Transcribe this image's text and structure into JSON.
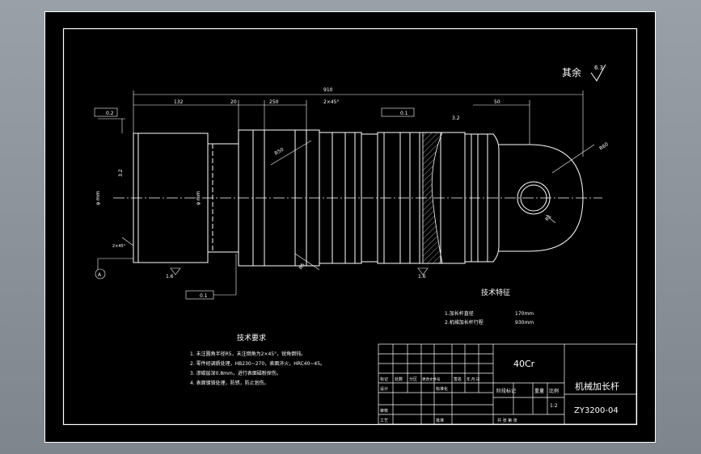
{
  "drawing": {
    "rest_roughness_label": "其余",
    "rest_roughness_value": "6.3",
    "dims": {
      "overall_length": "910",
      "d_132": "132",
      "d_20a": "20",
      "d_250": "250",
      "d_chamfer": "2×45°",
      "d_50": "50",
      "d_rad_50": "R50",
      "d_rad_60": "R60",
      "d_r5": "R5",
      "d_r_small": "R1",
      "d_32": "3.2",
      "d_32b": "3.2",
      "d_16a": "1.6",
      "d_16b": "1.6",
      "d_phi_left": "φ mm",
      "d_phi_mid": "φ mm",
      "d_chamfer2": "2×45°",
      "tol_a": "0.2",
      "tol_b": "0.1",
      "tol_c": "0.1",
      "datum_a": "A"
    },
    "tech_features": {
      "title": "技术特征",
      "items": [
        "1.加长杆直径",
        "2.机械加长杆行程"
      ],
      "values": [
        "170mm",
        "930mm"
      ]
    },
    "tech_requirements": {
      "title": "技术要求",
      "items": [
        "1. 未注圆角半径R5，未注倒角为2×45°，锐角倒钝。",
        "2. 零件经调质处理，HB230~270，表面淬火，HRC40~45。",
        "3. 渗碳层深0.8mm，进行表面磁粉探伤。",
        "4. 表面镀铬处理，防锈，防止划伤。"
      ]
    },
    "title_block": {
      "material": "40Cr",
      "part_name": "机械加长杆",
      "drawing_no": "ZY3200-04",
      "scale_label": "比例",
      "scale": "1:2",
      "stage_label": "阶段标记",
      "weight_label": "重量",
      "h_mark": "标记",
      "h_count": "处数",
      "h_zone": "分区",
      "h_docno": "更改文件号",
      "h_sign": "签名",
      "h_date": "年.月.日",
      "r_design": "设计",
      "r_std": "标准化",
      "r_check": "审核",
      "r_process": "工艺",
      "r_approve": "批准",
      "sheets": "共  张   第  张"
    }
  }
}
